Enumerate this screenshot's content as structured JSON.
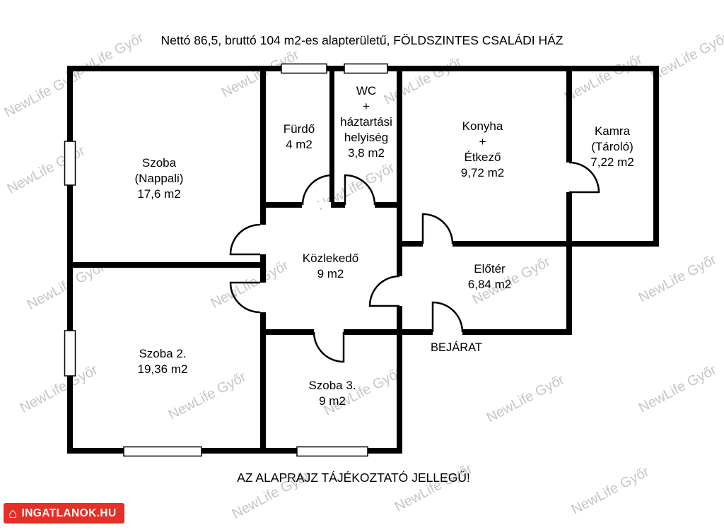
{
  "title": "Nettó 86,5, bruttó 104 m2-es alapterületű, FÖLDSZINTES CSALÁDI HÁZ",
  "disclaimer": "AZ ALAPRAJZ TÁJÉKOZTATÓ JELLEGŰ!",
  "entrance_label": "BEJÁRAT",
  "watermark_text": "NewLife Győr",
  "logo": {
    "text": "INGATLANOK.HU",
    "color": "#e43026"
  },
  "colors": {
    "wall": "#000000",
    "watermark": "#c6c6c6",
    "background": "#ffffff"
  },
  "rooms": [
    {
      "id": "nappali",
      "lines": [
        "Szoba",
        "(Nappali)",
        "17,6 m2"
      ]
    },
    {
      "id": "furdo",
      "lines": [
        "Fürdő",
        "4 m2"
      ]
    },
    {
      "id": "wc",
      "lines": [
        "WC",
        "+",
        "háztartási",
        "helyiség",
        "3,8 m2"
      ]
    },
    {
      "id": "konyha",
      "lines": [
        "Konyha",
        "+",
        "Étkező",
        "9,72 m2"
      ]
    },
    {
      "id": "kamra",
      "lines": [
        "Kamra",
        "(Tároló)",
        "7,22 m2"
      ]
    },
    {
      "id": "kozlekedo",
      "lines": [
        "Közlekedő",
        "9 m2"
      ]
    },
    {
      "id": "eloter",
      "lines": [
        "Előtér",
        "6,84 m2"
      ]
    },
    {
      "id": "szoba2",
      "lines": [
        "Szoba 2.",
        "19,36 m2"
      ]
    },
    {
      "id": "szoba3",
      "lines": [
        "Szoba 3.",
        "9 m2"
      ]
    }
  ]
}
